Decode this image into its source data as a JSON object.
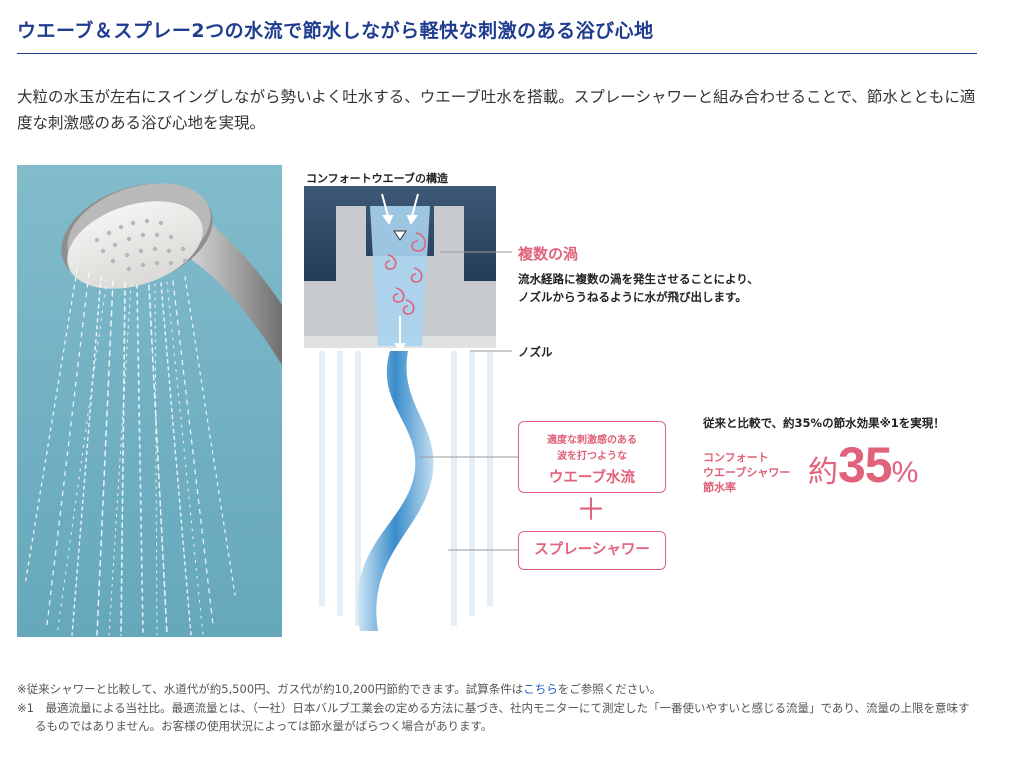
{
  "heading": "ウエーブ＆スプレー2つの水流で節水しながら軽快な刺激のある浴び心地",
  "intro": "大粒の水玉が左右にスイングしながら勢いよく吐水する、ウエーブ吐水を搭載。スプレーシャワーと組み合わせることで、節水とともに適度な刺激感のある浴び心地を実現。",
  "diagram": {
    "label": "コンフォートウエーブの構造",
    "vortex_title": "複数の渦",
    "vortex_desc_line1": "流水経路に複数の渦を発生させることにより、",
    "vortex_desc_line2": "ノズルからうねるように水が飛び出します。",
    "nozzle_label": "ノズル"
  },
  "wave_box": {
    "sub_line1": "適度な刺激感のある",
    "sub_line2": "波を打つような",
    "main": "ウエーブ水流"
  },
  "plus": "＋",
  "spray_box": "スプレーシャワー",
  "savings": {
    "compare": "従来と比較で、約35%の節水効果※1を実現！",
    "label_line1": "コンフォート",
    "label_line2": "ウエーブシャワー",
    "label_line3": "節水率",
    "prefix": "約",
    "value": "35",
    "unit": "%"
  },
  "notes": {
    "note1_before": "※従来シャワーと比較して、水道代が約5,500円、ガス代が約10,200円節約できます。試算条件は",
    "note1_link": "こちら",
    "note1_after": "をご参照ください。",
    "note2": "※1　最適流量による当社比。最適流量とは、（一社）日本バルブ工業会の定める方法に基づき、社内モニターにて測定した「一番使いやすいと感じる流量」であり、流量の上限を意味するものではありません。お客様の使用状況によっては節水量がばらつく場合があります。"
  },
  "colors": {
    "heading_blue": "#1f3c8f",
    "accent_pink": "#e0627b",
    "link_blue": "#1f5fbf",
    "photo_bg": "#76b4c5"
  }
}
